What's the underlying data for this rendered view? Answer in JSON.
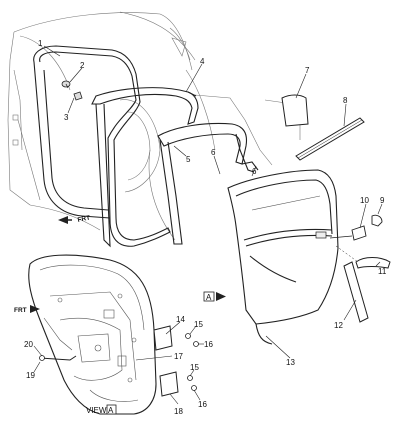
{
  "callouts": [
    "1",
    "2",
    "3",
    "4",
    "5",
    "6",
    "6",
    "7",
    "8",
    "9",
    "10",
    "11",
    "12",
    "13",
    "14",
    "15",
    "15",
    "16",
    "16",
    "17",
    "18",
    "19",
    "20"
  ],
  "front_label_1": "FRT",
  "front_label_2": "FRT",
  "view_marker": "A",
  "view_caption": "VIEW",
  "view_caption_letter": "A"
}
